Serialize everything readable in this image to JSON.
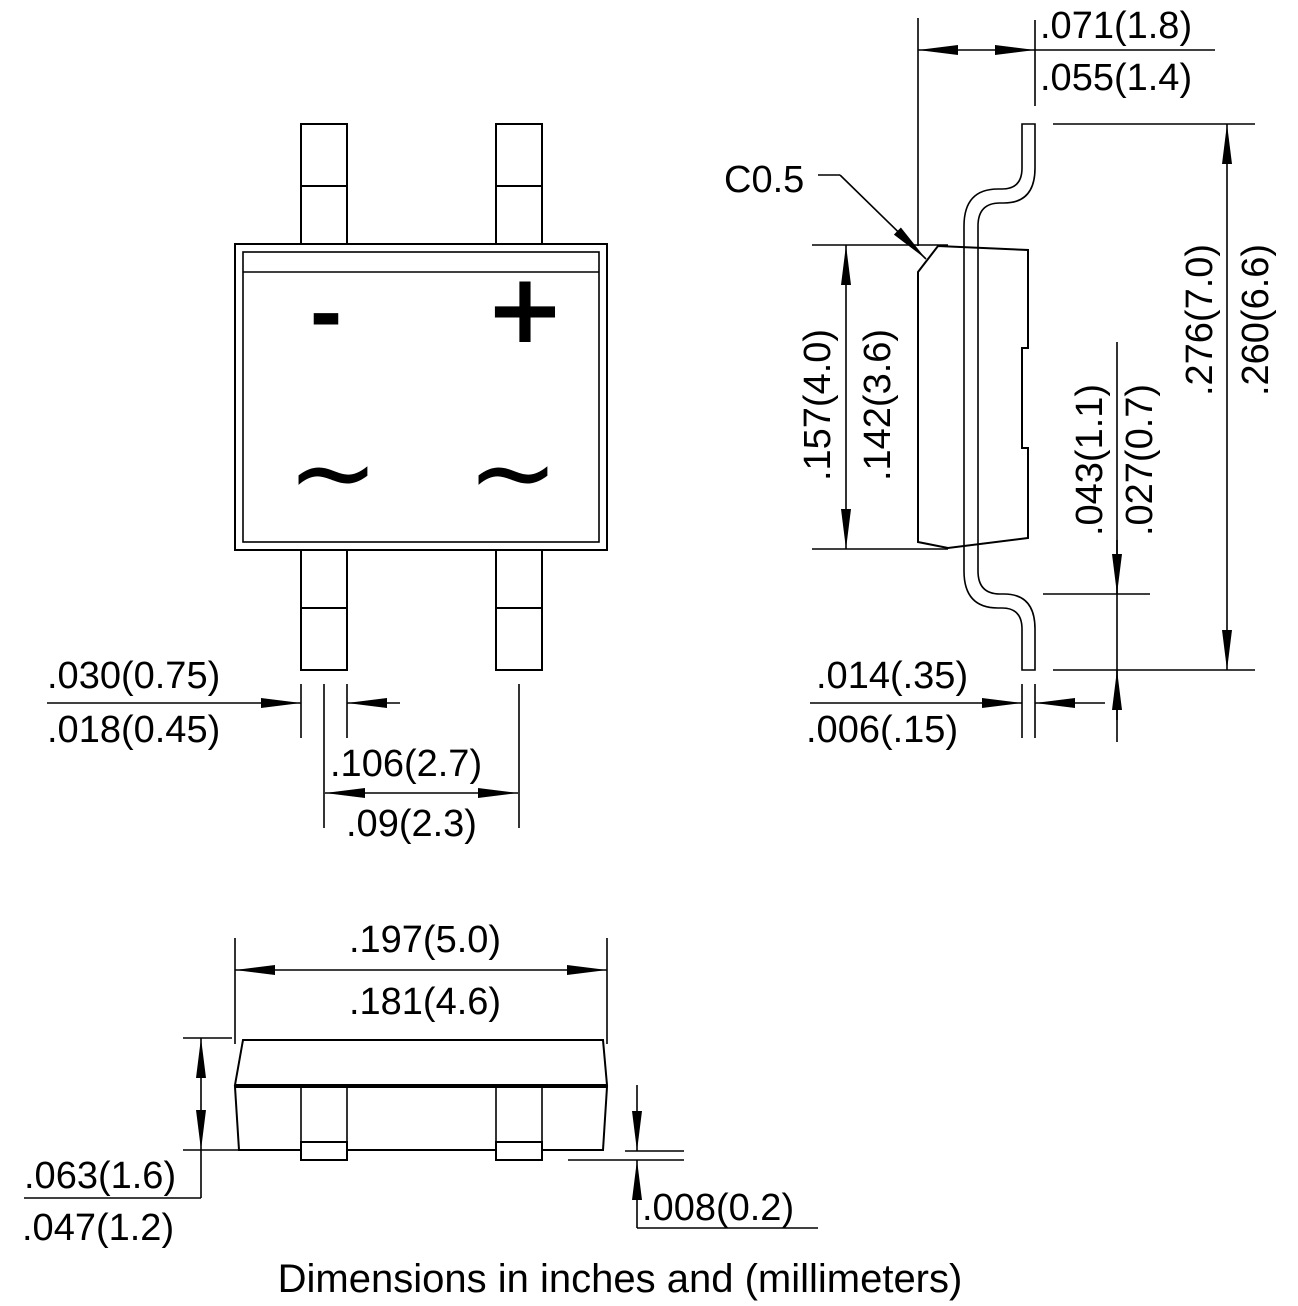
{
  "caption": "Dimensions in inches and (millimeters)",
  "top_view": {
    "terminal_minus": "-",
    "terminal_plus": "+",
    "terminal_ac_left": "~",
    "terminal_ac_right": "~",
    "lead_width_max": ".030(0.75)",
    "lead_width_min": ".018(0.45)",
    "lead_pitch_max": ".106(2.7)",
    "lead_pitch_min": ".09(2.3)"
  },
  "side_view": {
    "chamfer": "C0.5",
    "lead_reach_max": ".071(1.8)",
    "lead_reach_min": ".055(1.4)",
    "body_length_max": ".157(4.0)",
    "body_length_min": ".142(3.6)",
    "overall_length_max": ".276(7.0)",
    "overall_length_min": ".260(6.6)",
    "foot_length_max": ".043(1.1)",
    "foot_length_min": ".027(0.7)",
    "lead_thickness_max": ".014(.35)",
    "lead_thickness_min": ".006(.15)"
  },
  "end_view": {
    "body_width_max": ".197(5.0)",
    "body_width_min": ".181(4.6)",
    "height_max": ".063(1.6)",
    "height_min": ".047(1.2)",
    "standoff": ".008(0.2)"
  }
}
